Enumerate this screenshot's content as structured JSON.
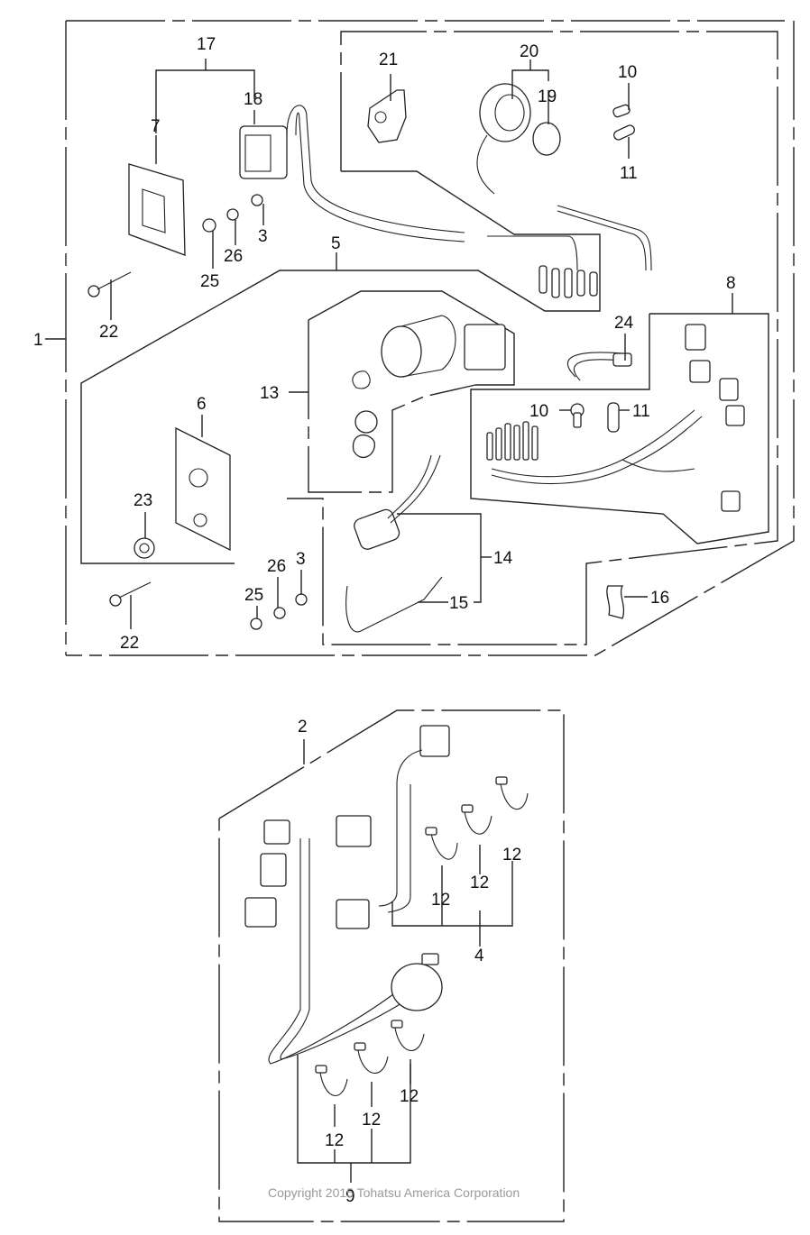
{
  "diagram": {
    "type": "exploded-parts-diagram",
    "callouts": {
      "c1": "1",
      "c2": "2",
      "c3a": "3",
      "c3b": "3",
      "c4": "4",
      "c5": "5",
      "c6": "6",
      "c7": "7",
      "c8": "8",
      "c9": "9",
      "c10a": "10",
      "c10b": "10",
      "c11a": "11",
      "c11b": "11",
      "c12a": "12",
      "c12b": "12",
      "c12c": "12",
      "c12d": "12",
      "c12e": "12",
      "c12f": "12",
      "c13": "13",
      "c14": "14",
      "c15": "15",
      "c16": "16",
      "c17": "17",
      "c18": "18",
      "c19": "19",
      "c20": "20",
      "c21": "21",
      "c22a": "22",
      "c22b": "22",
      "c23": "23",
      "c24": "24",
      "c25a": "25",
      "c25b": "25",
      "c26a": "26",
      "c26b": "26"
    },
    "copyright": "Copyright 2015 Tohatsu America Corporation"
  }
}
